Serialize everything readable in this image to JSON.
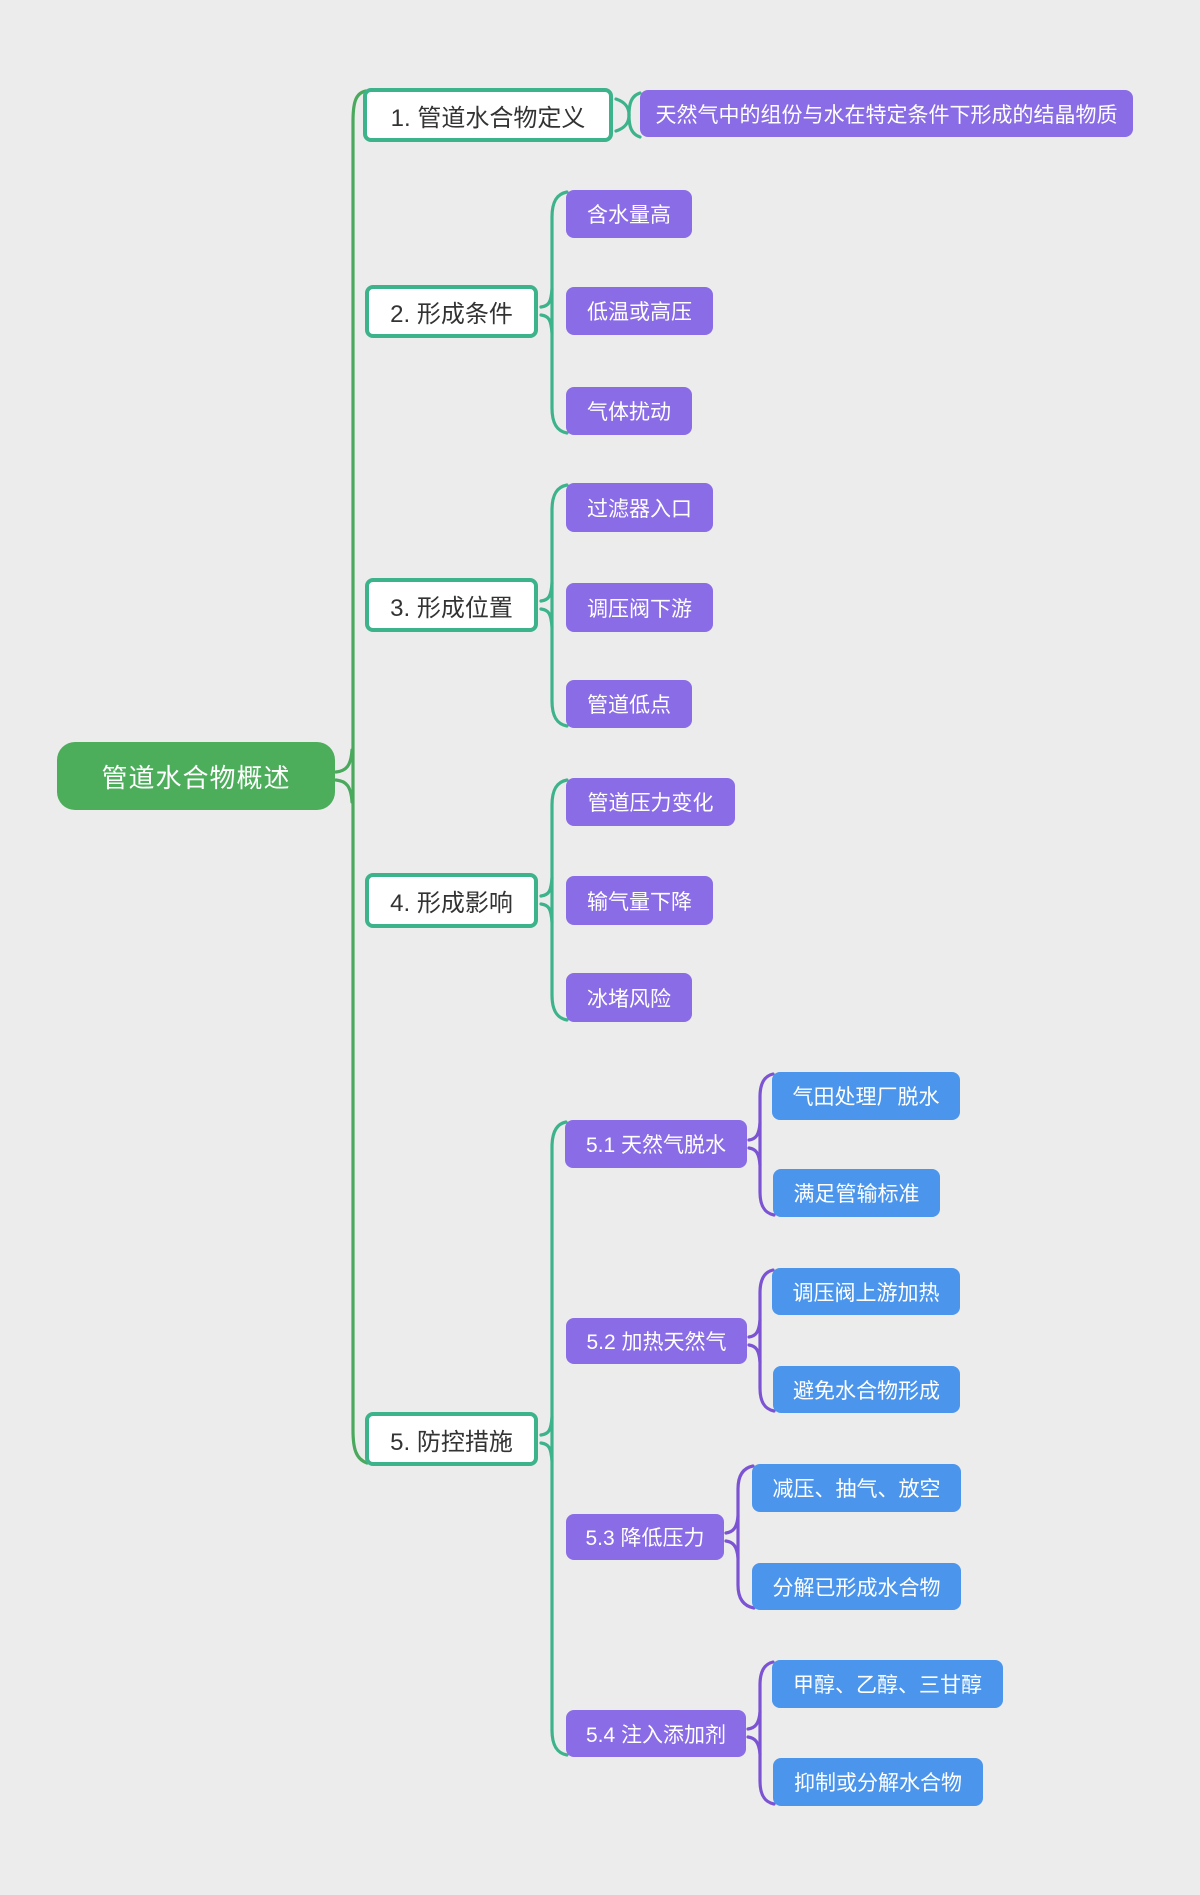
{
  "title": "管道水合物概述思维导图",
  "colors": {
    "background": "#ECECEC",
    "root_fill": "#4CAD5B",
    "root_text": "#FFFFFF",
    "branch_fill": "#FFFFFF",
    "branch_border": "#3DB38B",
    "branch_text": "#333333",
    "level2_fill": "#8A6CE6",
    "level3_fill": "#4B96EC",
    "leaf_text": "#FFFFFF",
    "line_level1": "#4AA95C",
    "line_level2": "#3DB38B",
    "line_level3": "#7B53D3"
  },
  "root": {
    "label": "管道水合物概述"
  },
  "branches": [
    {
      "label": "1. 管道水合物定义",
      "children": [
        {
          "label": "天然气中的组份与水在特定条件下形成的结晶物质"
        }
      ]
    },
    {
      "label": "2. 形成条件",
      "children": [
        {
          "label": "含水量高"
        },
        {
          "label": "低温或高压"
        },
        {
          "label": "气体扰动"
        }
      ]
    },
    {
      "label": "3. 形成位置",
      "children": [
        {
          "label": "过滤器入口"
        },
        {
          "label": "调压阀下游"
        },
        {
          "label": "管道低点"
        }
      ]
    },
    {
      "label": "4. 形成影响",
      "children": [
        {
          "label": "管道压力变化"
        },
        {
          "label": "输气量下降"
        },
        {
          "label": "冰堵风险"
        }
      ]
    },
    {
      "label": "5. 防控措施",
      "children": [
        {
          "label": "5.1 天然气脱水",
          "children": [
            {
              "label": "气田处理厂脱水"
            },
            {
              "label": "满足管输标准"
            }
          ]
        },
        {
          "label": "5.2 加热天然气",
          "children": [
            {
              "label": "调压阀上游加热"
            },
            {
              "label": "避免水合物形成"
            }
          ]
        },
        {
          "label": "5.3 降低压力",
          "children": [
            {
              "label": "减压、抽气、放空"
            },
            {
              "label": "分解已形成水合物"
            }
          ]
        },
        {
          "label": "5.4 注入添加剂",
          "children": [
            {
              "label": "甲醇、乙醇、三甘醇"
            },
            {
              "label": "抑制或分解水合物"
            }
          ]
        }
      ]
    }
  ]
}
